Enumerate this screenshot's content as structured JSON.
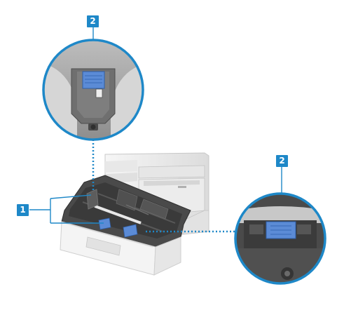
{
  "callouts": {
    "top": "2",
    "left": "1",
    "right": "2"
  },
  "colors": {
    "accent": "#1e88c8",
    "guide_blue": "#5b8bd6",
    "device_white": "#f2f2f2",
    "device_gray": "#6d6d6d",
    "tray_dark": "#3c3c3c"
  }
}
